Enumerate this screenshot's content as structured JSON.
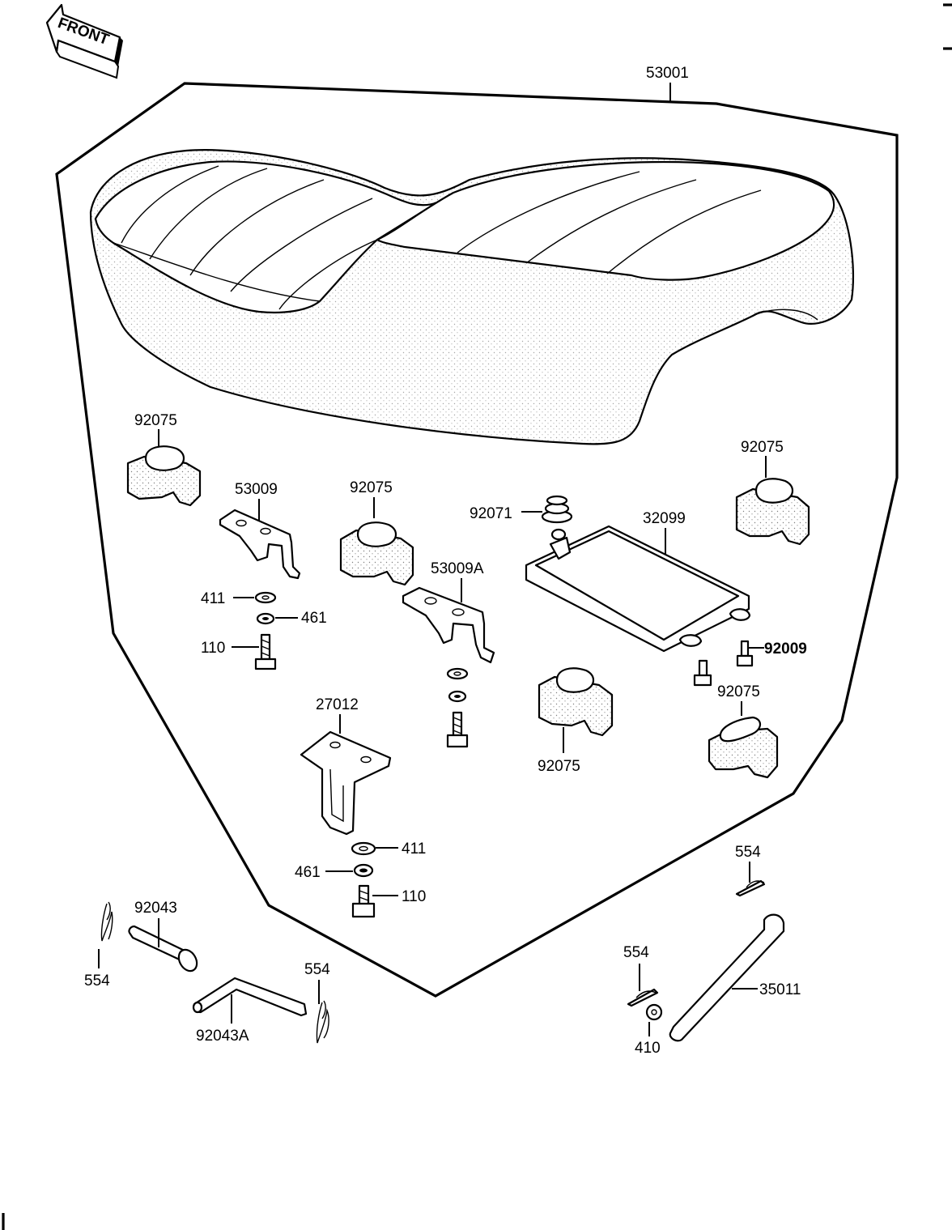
{
  "front_badge": "FRONT",
  "labels": {
    "seat_assembly": "53001",
    "rubber_damper_left": "92075",
    "bracket": "53009",
    "rubber_damper_mid": "92075",
    "grommet": "92071",
    "tray": "32099",
    "rubber_damper_right": "92075",
    "bracket_a": "53009A",
    "washer_411_a": "411",
    "lock_washer_461_a": "461",
    "bolt_110_a": "110",
    "screw_92009": "92009",
    "rubber_damper_lower_right": "92075",
    "rubber_damper_lower_mid": "92075",
    "bracket_27012": "27012",
    "washer_411_b": "411",
    "lock_washer_461_b": "461",
    "bolt_110_b": "110",
    "pin_clip_right": "554",
    "pin": "92043",
    "pin_clip_left": "554",
    "pin_a": "92043A",
    "pin_clip_mid": "554",
    "pin_clip_rod": "554",
    "rod": "35011",
    "washer_410": "410"
  }
}
